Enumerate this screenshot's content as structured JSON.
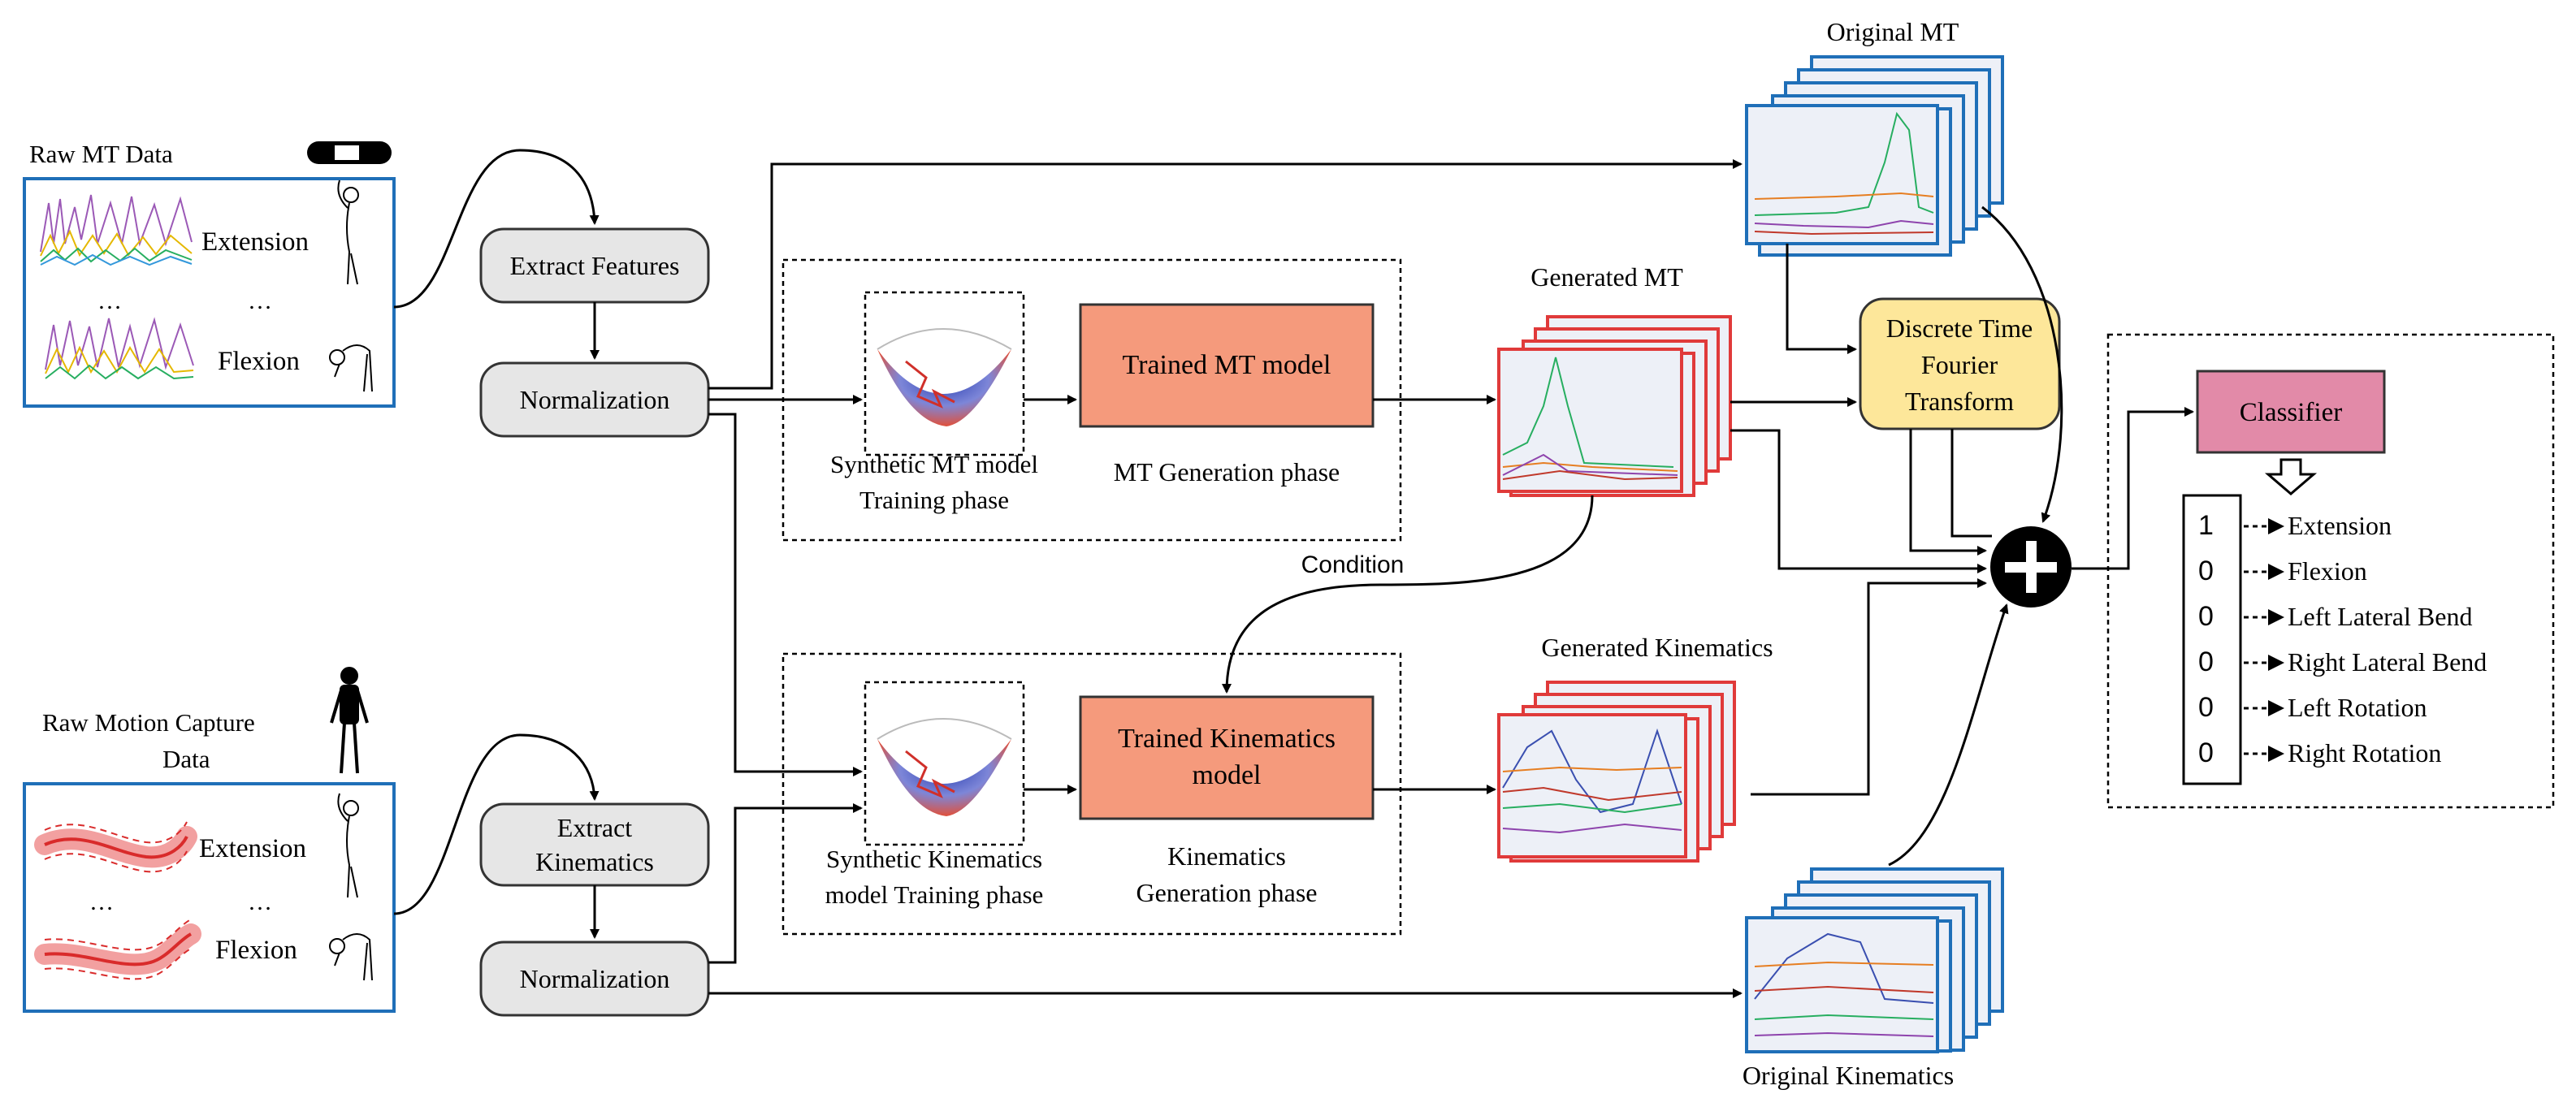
{
  "raw_mt": {
    "title": "Raw MT Data",
    "label_top": "Extension",
    "label_bottom": "Flexion",
    "ellipsis": "…"
  },
  "raw_mocap": {
    "title_line1": "Raw Motion Capture",
    "title_line2": "Data",
    "label_top": "Extension",
    "label_bottom": "Flexion",
    "ellipsis": "…"
  },
  "pipeline_mt": {
    "extract": "Extract Features",
    "normalize": "Normalization"
  },
  "pipeline_kin": {
    "extract_line1": "Extract",
    "extract_line2": "Kinematics",
    "normalize": "Normalization"
  },
  "mt_generation": {
    "training_line1": "Synthetic MT model",
    "training_line2": "Training phase",
    "model": "Trained MT model",
    "phase": "MT Generation phase"
  },
  "kin_generation": {
    "training_line1": "Synthetic Kinematics",
    "training_line2": "model Training phase",
    "model_line1": "Trained Kinematics",
    "model_line2": "model",
    "phase_line1": "Kinematics",
    "phase_line2": "Generation phase"
  },
  "stacks": {
    "original_mt": "Original MT",
    "generated_mt": "Generated MT",
    "generated_kin": "Generated Kinematics",
    "original_kin": "Original Kinematics"
  },
  "condition_label": "Condition",
  "dtft": {
    "line1": "Discrete Time",
    "line2": "Fourier",
    "line3": "Transform"
  },
  "classifier": {
    "title": "Classifier",
    "outputs": [
      {
        "value": "1",
        "label": "Extension"
      },
      {
        "value": "0",
        "label": "Flexion"
      },
      {
        "value": "0",
        "label": "Left Lateral Bend"
      },
      {
        "value": "0",
        "label": "Right Lateral Bend"
      },
      {
        "value": "0",
        "label": "Left Rotation"
      },
      {
        "value": "0",
        "label": "Right Rotation"
      }
    ]
  },
  "colors": {
    "blue_frame": "#1f6fb8",
    "red_frame": "#e03a3a",
    "model_fill": "#f59a7c",
    "dtft_fill": "#fde79a",
    "classifier_fill": "#e28aa8",
    "node_fill": "#e6e6e6"
  }
}
